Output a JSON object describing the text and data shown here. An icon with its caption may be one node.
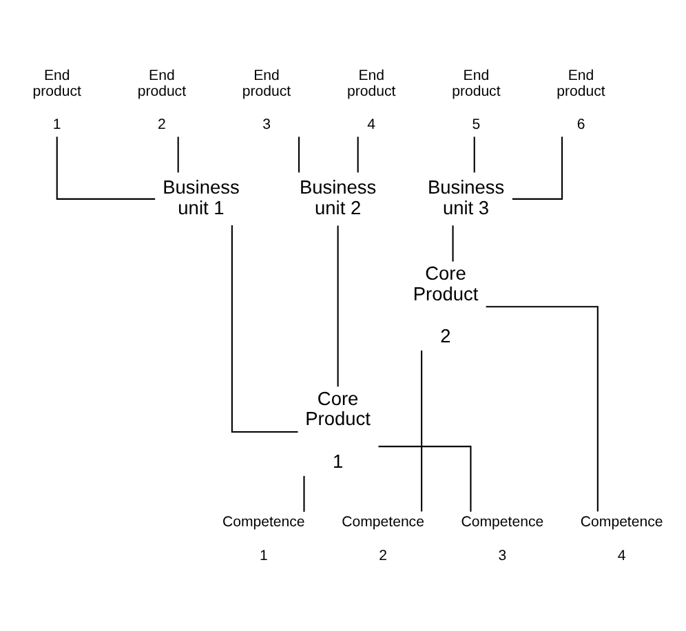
{
  "diagram": {
    "nodes": [
      {
        "text": [
          "End product",
          "1"
        ]
      },
      {
        "text": [
          "End product",
          "2"
        ]
      },
      {
        "text": [
          "End product",
          "3"
        ]
      },
      {
        "text": [
          "End product",
          "4"
        ]
      },
      {
        "text": [
          "End product",
          "5"
        ]
      },
      {
        "text": [
          "End product",
          "6"
        ]
      },
      {
        "text": [
          "Business unit 1"
        ]
      },
      {
        "text": [
          "Business unit 2"
        ]
      },
      {
        "text": [
          "Business unit 3"
        ]
      },
      {
        "text": [
          "Core Product",
          "2"
        ]
      },
      {
        "text": [
          "Core Product",
          "1"
        ]
      },
      {
        "text": [
          "Competence",
          "1"
        ]
      },
      {
        "text": [
          "Competence",
          "2"
        ]
      },
      {
        "text": [
          "Competence",
          "3"
        ]
      },
      {
        "text": [
          "Competence",
          "4"
        ]
      }
    ],
    "edges": [
      {
        "from": 0,
        "to": 6,
        "arrow": "none"
      },
      {
        "from": 1,
        "to": 6,
        "arrow": "none"
      },
      {
        "from": 2,
        "to": 7,
        "arrow": "none"
      },
      {
        "from": 3,
        "to": 7,
        "arrow": "none"
      },
      {
        "from": 4,
        "to": 8,
        "arrow": "none"
      },
      {
        "from": 5,
        "to": 8,
        "arrow": "none"
      },
      {
        "from": 6,
        "to": 10,
        "arrow": "none"
      },
      {
        "from": 7,
        "to": 10,
        "arrow": "none"
      },
      {
        "from": 8,
        "to": 9,
        "arrow": "none"
      },
      {
        "from": 9,
        "to": 12,
        "arrow": "none"
      },
      {
        "from": 9,
        "to": 14,
        "arrow": "none"
      },
      {
        "from": 10,
        "to": 11,
        "arrow": "none"
      },
      {
        "from": 10,
        "to": 13,
        "arrow": "none"
      }
    ]
  }
}
